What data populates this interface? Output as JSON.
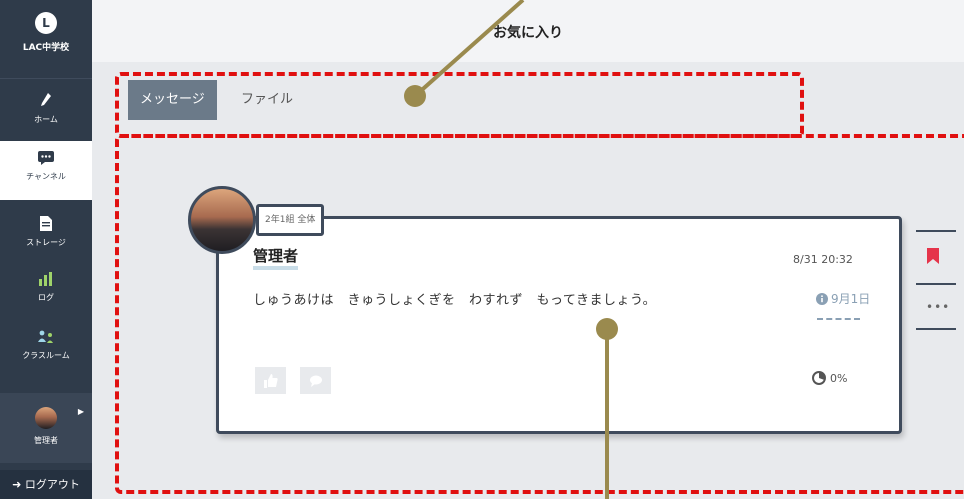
{
  "school": {
    "initial": "L",
    "name": "LAC中学校"
  },
  "sidebar": {
    "items": [
      {
        "label": "ホーム",
        "icon": "pencil-icon"
      },
      {
        "label": "チャンネル",
        "icon": "chat-icon"
      },
      {
        "label": "ストレージ",
        "icon": "document-icon"
      },
      {
        "label": "ログ",
        "icon": "bar-chart-icon"
      },
      {
        "label": "クラスルーム",
        "icon": "classroom-icon"
      }
    ],
    "user_label": "管理者",
    "logout_label": "ログアウト"
  },
  "header": {
    "title": "お気に入り"
  },
  "tabs": [
    {
      "label": "メッセージ",
      "active": true
    },
    {
      "label": "ファイル",
      "active": false
    }
  ],
  "post": {
    "group": "2年1組 全体",
    "author": "管理者",
    "timestamp": "8/31 20:32",
    "message": "しゅうあけは　きゅうしょくぎを　わすれず　もってきましょう。",
    "due": "9月1日",
    "read_rate": "0%"
  },
  "colors": {
    "sidebar_bg": "#2f3b4a",
    "annotation_red": "#e01010",
    "pointer_olive": "#9a8a4e",
    "bookmark_red": "#e5344a"
  }
}
